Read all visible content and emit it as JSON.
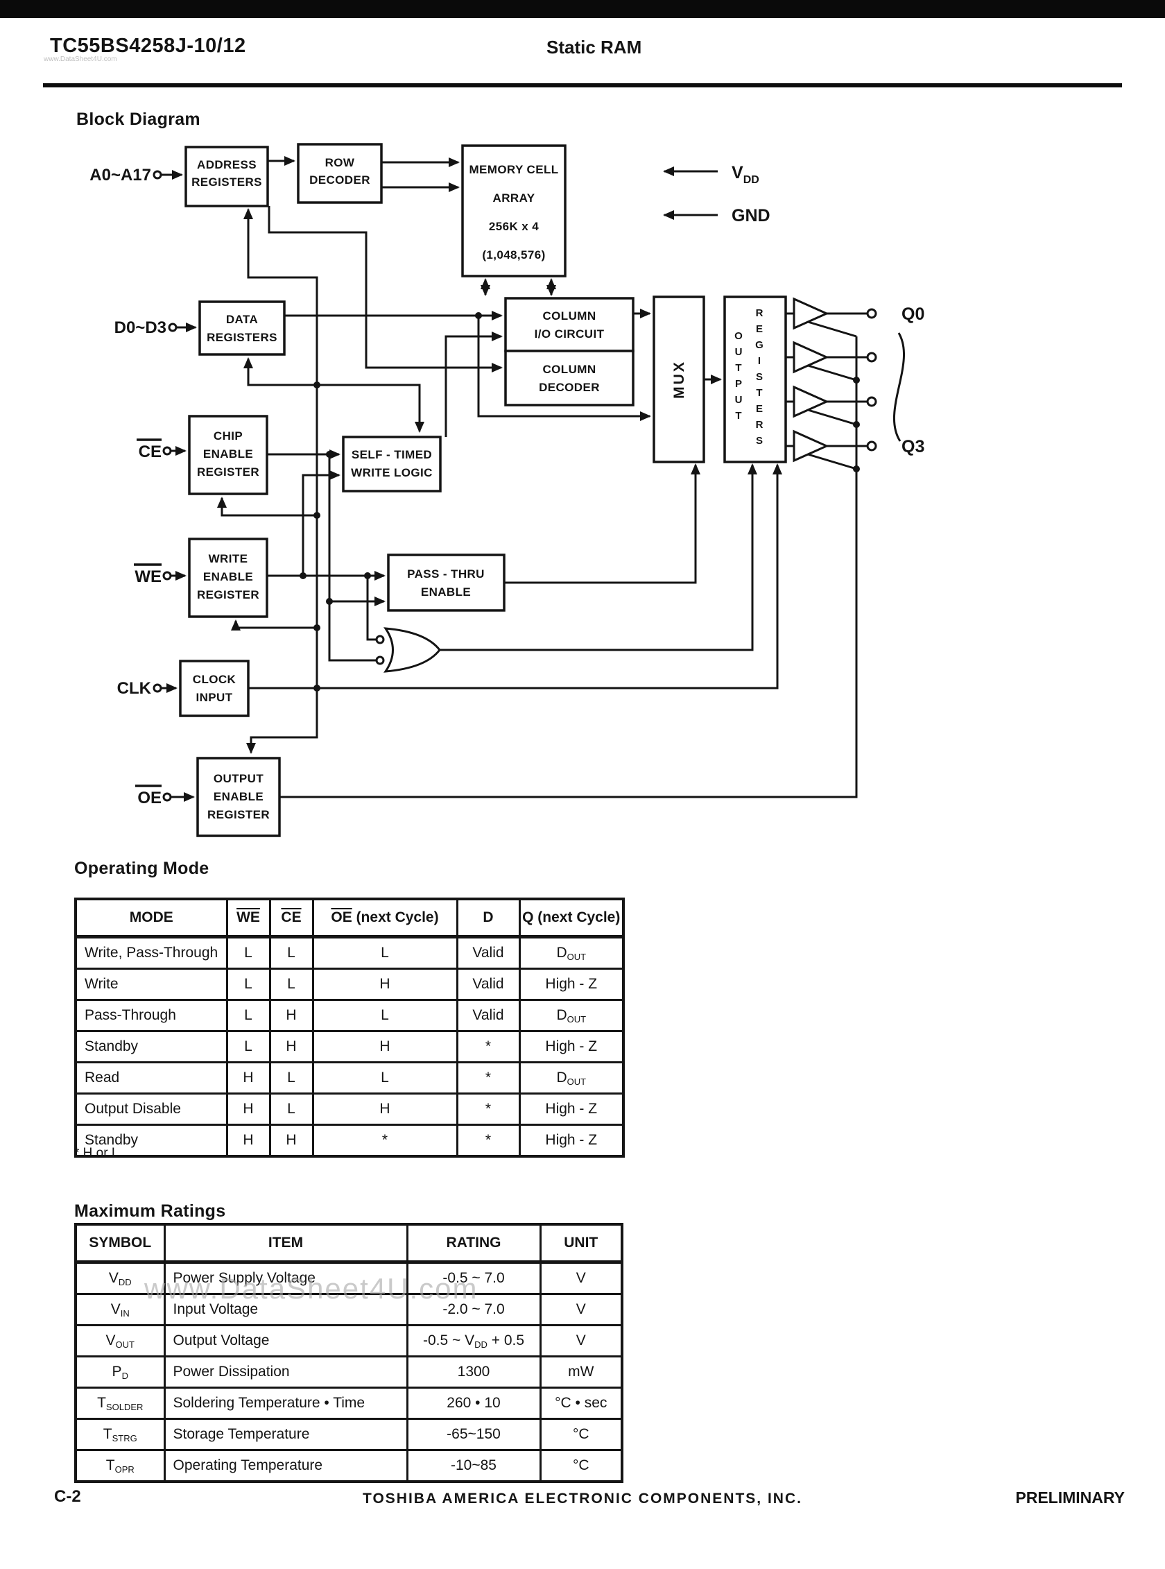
{
  "header": {
    "part_number": "TC55BS4258J-10/12",
    "category": "Static RAM"
  },
  "watermark": {
    "small": "www.DataSheet4U.com",
    "large": "www.DataSheet4U.com"
  },
  "block_diagram": {
    "title": "Block Diagram",
    "inputs": {
      "address": "A0~A17",
      "data": "D0~D3",
      "ce": "CE",
      "we": "WE",
      "clk": "CLK",
      "oe": "OE"
    },
    "outputs": {
      "q0": "Q0",
      "q3": "Q3"
    },
    "power": {
      "vdd_base": "V",
      "vdd_sub": "DD",
      "gnd": "GND"
    },
    "boxes": {
      "address_registers": [
        "ADDRESS",
        "REGISTERS"
      ],
      "row_decoder": [
        "ROW",
        "DECODER"
      ],
      "memory_cell_array": [
        "MEMORY CELL",
        "ARRAY",
        "256K x 4",
        "(1,048,576)"
      ],
      "data_registers": [
        "DATA",
        "REGISTERS"
      ],
      "column_io": [
        "COLUMN",
        "I/O CIRCUIT"
      ],
      "column_decoder": [
        "COLUMN",
        "DECODER"
      ],
      "mux": "MUX",
      "output_registers": [
        "OUTPUT",
        "REGISTERS"
      ],
      "chip_enable_register": [
        "CHIP",
        "ENABLE",
        "REGISTER"
      ],
      "self_timed_write_logic": [
        "SELF - TIMED",
        "WRITE LOGIC"
      ],
      "write_enable_register": [
        "WRITE",
        "ENABLE",
        "REGISTER"
      ],
      "pass_thru_enable": [
        "PASS - THRU",
        "ENABLE"
      ],
      "clock_input": [
        "CLOCK",
        "INPUT"
      ],
      "output_enable_register": [
        "OUTPUT",
        "ENABLE",
        "REGISTER"
      ]
    }
  },
  "operating_mode": {
    "title": "Operating Mode",
    "headers": {
      "mode": "MODE",
      "we": "WE",
      "ce": "CE",
      "oe_symbol": "OE",
      "oe_rest": " (next Cycle)",
      "d": "D",
      "q": "Q (next Cycle)"
    },
    "rows": [
      {
        "mode": "Write, Pass-Through",
        "we": "L",
        "ce": "L",
        "oe": "L",
        "d": "Valid",
        "q_base": "D",
        "q_sub": "OUT"
      },
      {
        "mode": "Write",
        "we": "L",
        "ce": "L",
        "oe": "H",
        "d": "Valid",
        "q_base": "High - Z",
        "q_sub": ""
      },
      {
        "mode": "Pass-Through",
        "we": "L",
        "ce": "H",
        "oe": "L",
        "d": "Valid",
        "q_base": "D",
        "q_sub": "OUT"
      },
      {
        "mode": "Standby",
        "we": "L",
        "ce": "H",
        "oe": "H",
        "d": "*",
        "q_base": "High - Z",
        "q_sub": ""
      },
      {
        "mode": "Read",
        "we": "H",
        "ce": "L",
        "oe": "L",
        "d": "*",
        "q_base": "D",
        "q_sub": "OUT"
      },
      {
        "mode": "Output Disable",
        "we": "H",
        "ce": "L",
        "oe": "H",
        "d": "*",
        "q_base": "High - Z",
        "q_sub": ""
      },
      {
        "mode": "Standby",
        "we": "H",
        "ce": "H",
        "oe": "*",
        "d": "*",
        "q_base": "High - Z",
        "q_sub": ""
      }
    ],
    "footnote": "* H or L"
  },
  "maximum_ratings": {
    "title": "Maximum Ratings",
    "headers": {
      "symbol": "SYMBOL",
      "item": "ITEM",
      "rating": "RATING",
      "unit": "UNIT"
    },
    "rows": [
      {
        "sym_base": "V",
        "sym_sub": "DD",
        "item": "Power Supply Voltage",
        "rating_pre": "-0.5 ~ 7.0",
        "rating_sub": "",
        "rating_post": "",
        "unit": "V"
      },
      {
        "sym_base": "V",
        "sym_sub": "IN",
        "item": "Input Voltage",
        "rating_pre": "-2.0 ~ 7.0",
        "rating_sub": "",
        "rating_post": "",
        "unit": "V"
      },
      {
        "sym_base": "V",
        "sym_sub": "OUT",
        "item": "Output Voltage",
        "rating_pre": "-0.5 ~ V",
        "rating_sub": "DD",
        "rating_post": " + 0.5",
        "unit": "V"
      },
      {
        "sym_base": "P",
        "sym_sub": "D",
        "item": "Power Dissipation",
        "rating_pre": "1300",
        "rating_sub": "",
        "rating_post": "",
        "unit": "mW"
      },
      {
        "sym_base": "T",
        "sym_sub": "SOLDER",
        "item": "Soldering Temperature • Time",
        "rating_pre": "260 • 10",
        "rating_sub": "",
        "rating_post": "",
        "unit": "°C • sec"
      },
      {
        "sym_base": "T",
        "sym_sub": "STRG",
        "item": "Storage Temperature",
        "rating_pre": "-65~150",
        "rating_sub": "",
        "rating_post": "",
        "unit": "°C"
      },
      {
        "sym_base": "T",
        "sym_sub": "OPR",
        "item": "Operating Temperature",
        "rating_pre": "-10~85",
        "rating_sub": "",
        "rating_post": "",
        "unit": "°C"
      }
    ]
  },
  "footer": {
    "page": "C-2",
    "company": "TOSHIBA AMERICA ELECTRONIC COMPONENTS, INC.",
    "status": "PRELIMINARY"
  }
}
